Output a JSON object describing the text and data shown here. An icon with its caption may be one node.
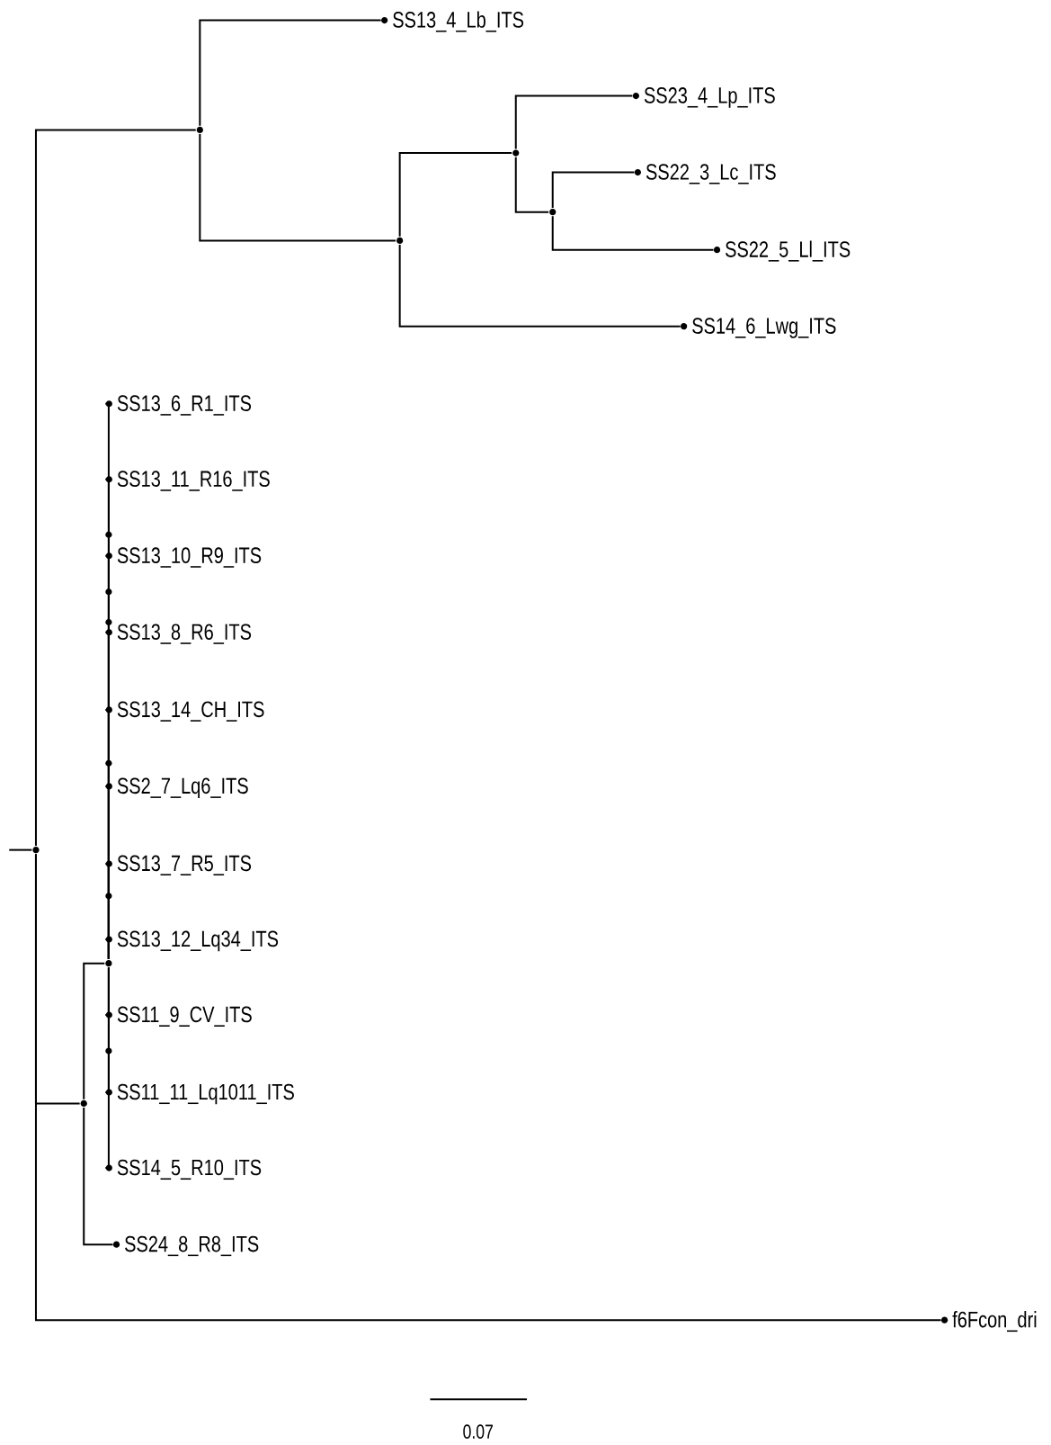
{
  "diagram": {
    "nodes": [
      {
        "text": [],
        "shape": "circle"
      },
      {
        "text": [],
        "shape": "circle"
      },
      {
        "text": [
          "SS13_4_Lb_ITS"
        ]
      },
      {
        "text": [],
        "shape": "circle"
      },
      {
        "text": [],
        "shape": "circle"
      },
      {
        "text": [
          "SS23_4_Lp_ITS"
        ]
      },
      {
        "text": [],
        "shape": "circle"
      },
      {
        "text": [
          "SS22_3_Lc_ITS"
        ]
      },
      {
        "text": [
          "SS22_5_Ll_ITS"
        ]
      },
      {
        "text": [
          "SS14_6_Lwg_ITS"
        ]
      },
      {
        "text": [],
        "shape": "circle"
      },
      {
        "text": [],
        "shape": "circle"
      },
      {
        "text": [
          "SS13_6_R1_ITS"
        ]
      },
      {
        "text": [
          "SS13_11_R16_ITS"
        ]
      },
      {
        "text": [
          "SS13_10_R9_ITS"
        ]
      },
      {
        "text": [
          "SS13_8_R6_ITS"
        ]
      },
      {
        "text": [
          "SS13_14_CH_ITS"
        ]
      },
      {
        "text": [
          "SS2_7_Lq6_ITS"
        ]
      },
      {
        "text": [
          "SS13_7_R5_ITS"
        ]
      },
      {
        "text": [
          "SS13_12_Lq34_ITS"
        ]
      },
      {
        "text": [
          "SS11_9_CV_ITS"
        ]
      },
      {
        "text": [
          "SS11_11_Lq1011_ITS"
        ]
      },
      {
        "text": [
          "SS14_5_R10_ITS"
        ]
      },
      {
        "text": [
          "SS24_8_R8_ITS"
        ]
      },
      {
        "text": [
          "f6Fcon_dri"
        ]
      }
    ],
    "edges": [
      {
        "from": null,
        "to": 0,
        "arrow": "none"
      },
      {
        "from": 0,
        "to": 1,
        "arrow": "none"
      },
      {
        "from": 1,
        "to": 2,
        "arrow": "none"
      },
      {
        "from": 1,
        "to": 3,
        "arrow": "none"
      },
      {
        "from": 3,
        "to": 4,
        "arrow": "none"
      },
      {
        "from": 4,
        "to": 5,
        "arrow": "none"
      },
      {
        "from": 4,
        "to": 6,
        "arrow": "none"
      },
      {
        "from": 6,
        "to": 7,
        "arrow": "none"
      },
      {
        "from": 6,
        "to": 8,
        "arrow": "none"
      },
      {
        "from": 3,
        "to": 9,
        "arrow": "none"
      },
      {
        "from": 0,
        "to": 10,
        "arrow": "none"
      },
      {
        "from": 10,
        "to": 11,
        "arrow": "none"
      },
      {
        "from": 11,
        "to": 12,
        "arrow": "none"
      },
      {
        "from": 11,
        "to": 13,
        "arrow": "none"
      },
      {
        "from": 11,
        "to": 14,
        "arrow": "none"
      },
      {
        "from": 11,
        "to": 15,
        "arrow": "none"
      },
      {
        "from": 11,
        "to": 16,
        "arrow": "none"
      },
      {
        "from": 11,
        "to": 17,
        "arrow": "none"
      },
      {
        "from": 11,
        "to": 18,
        "arrow": "none"
      },
      {
        "from": 11,
        "to": 19,
        "arrow": "none"
      },
      {
        "from": 11,
        "to": 20,
        "arrow": "none"
      },
      {
        "from": 11,
        "to": 21,
        "arrow": "none"
      },
      {
        "from": 11,
        "to": 22,
        "arrow": "none"
      },
      {
        "from": 10,
        "to": 23,
        "arrow": "none"
      },
      {
        "from": 0,
        "to": 24,
        "arrow": "none"
      }
    ],
    "labels": [
      "0.07"
    ]
  }
}
